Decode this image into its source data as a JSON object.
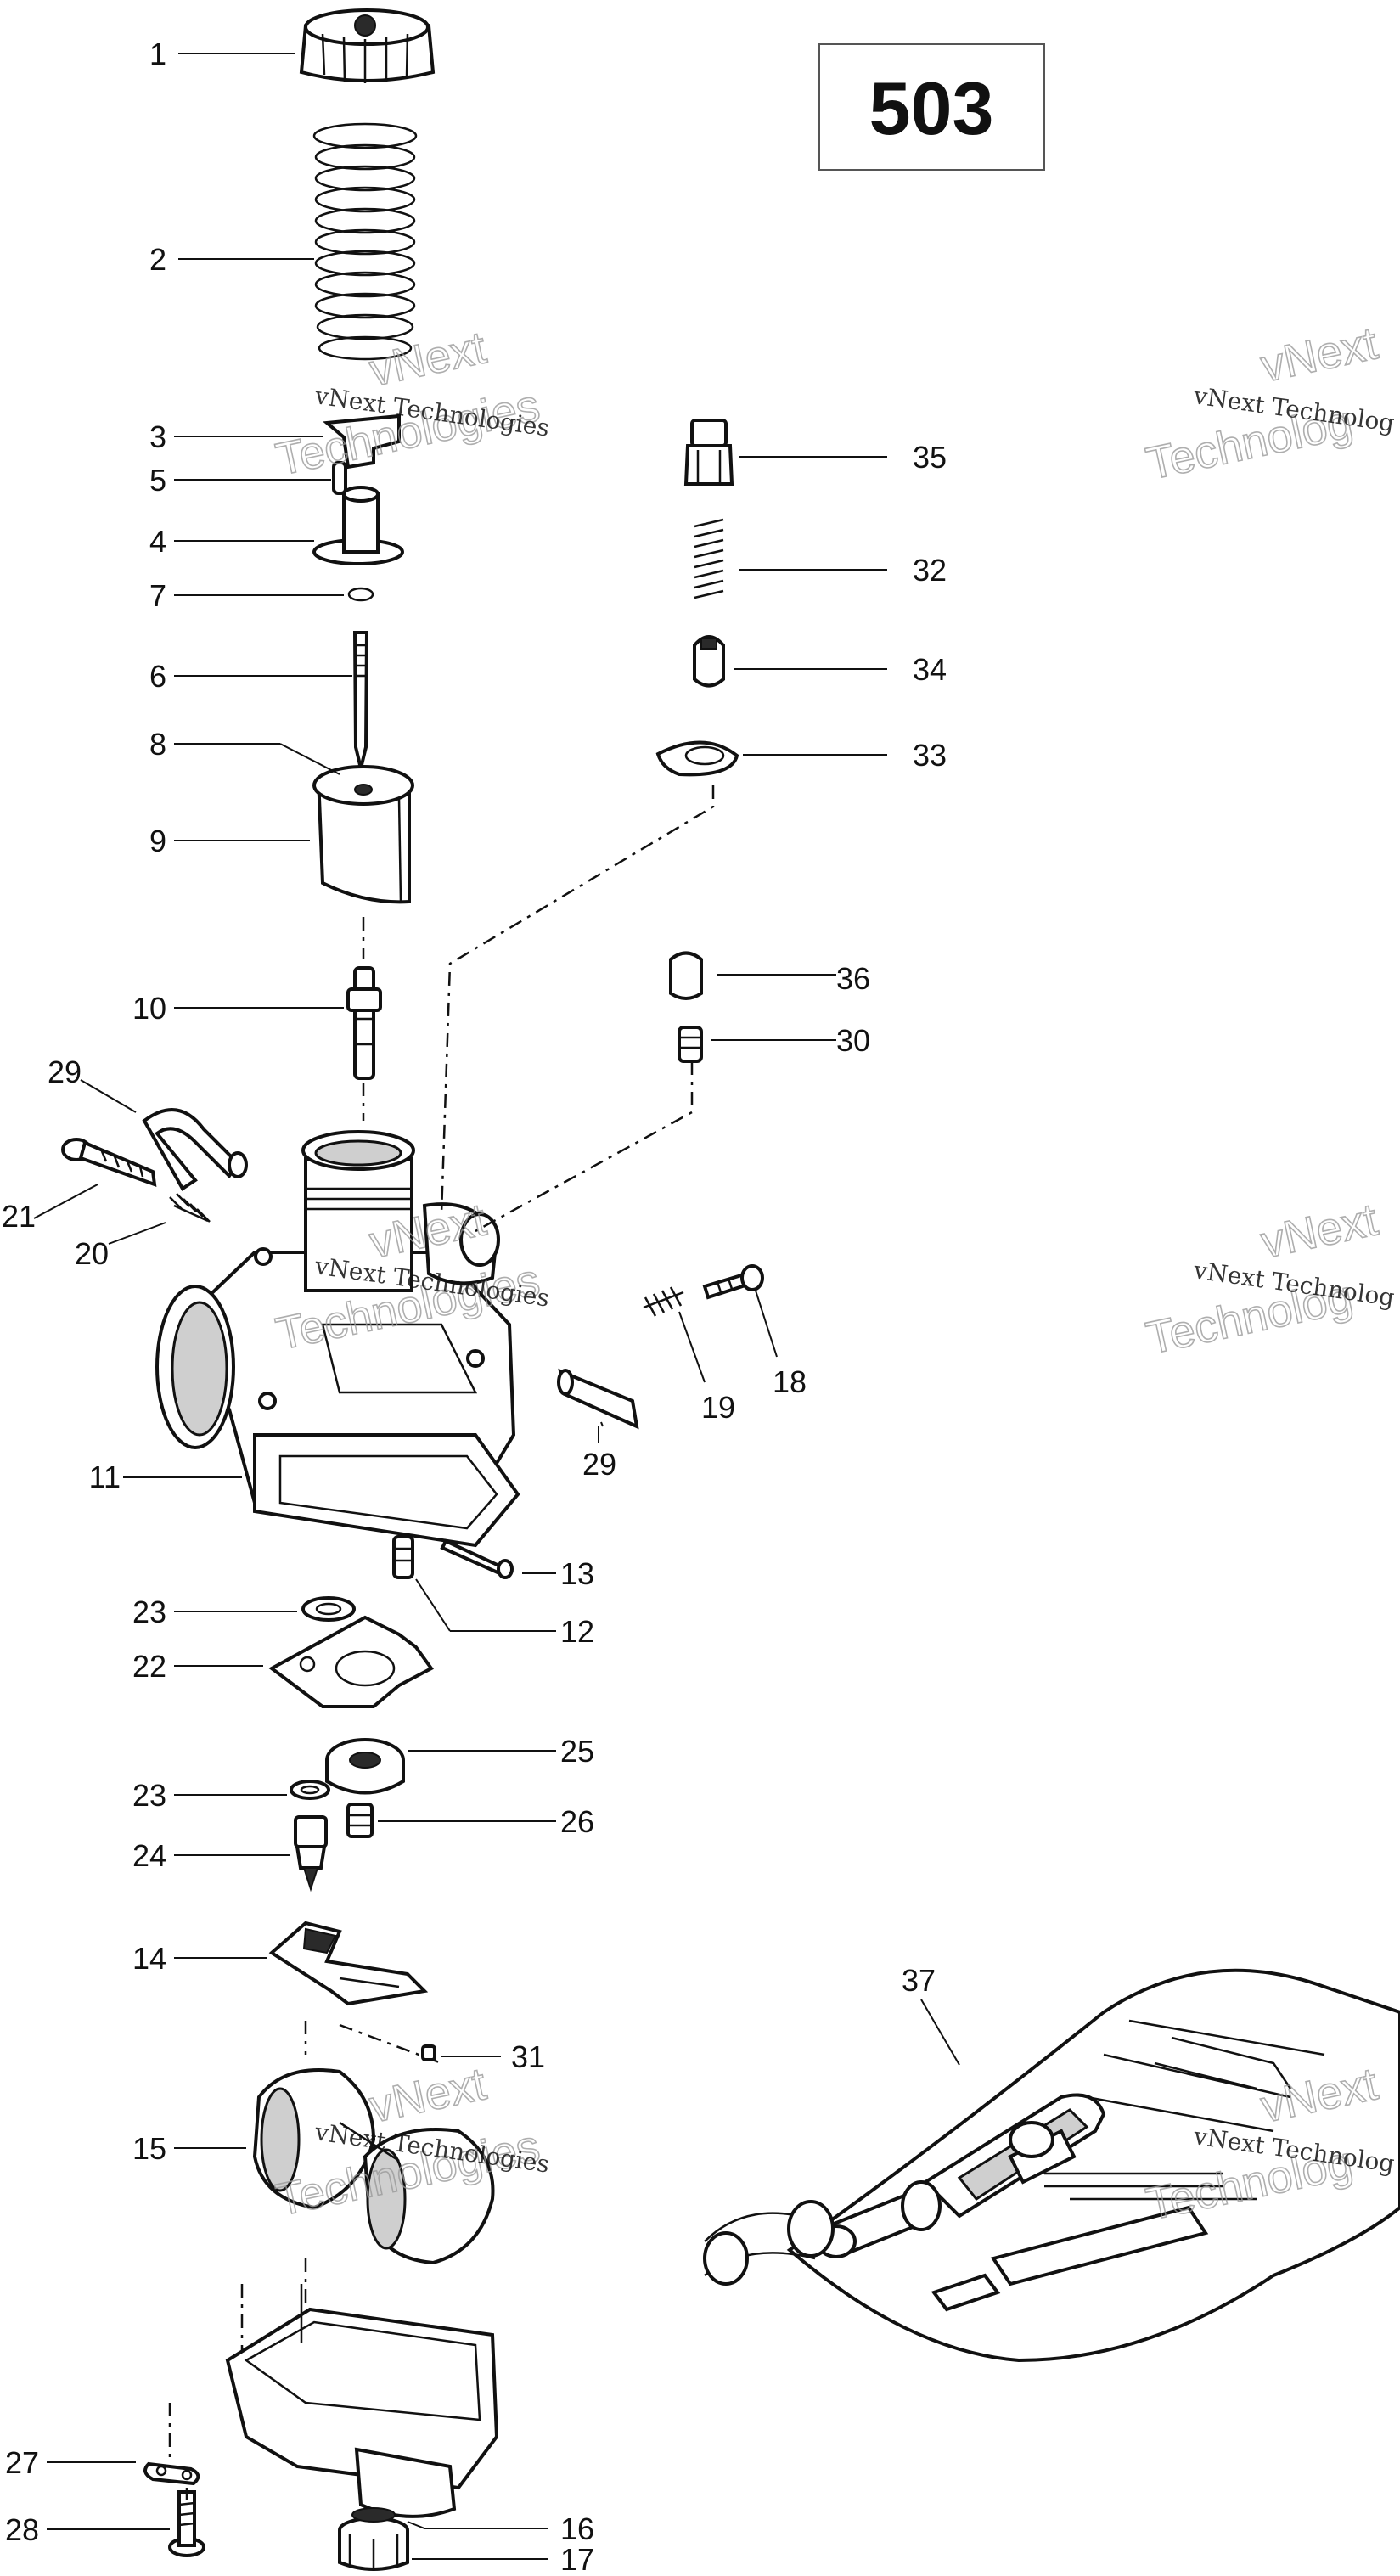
{
  "diagram_code": "503",
  "callouts": [
    "1",
    "2",
    "3",
    "5",
    "4",
    "7",
    "6",
    "8",
    "9",
    "10",
    "29",
    "21",
    "20",
    "11",
    "23",
    "22",
    "23",
    "24",
    "14",
    "15",
    "27",
    "28",
    "35",
    "32",
    "34",
    "33",
    "36",
    "30",
    "18",
    "19",
    "29",
    "13",
    "12",
    "25",
    "26",
    "31",
    "16",
    "17",
    "37"
  ],
  "watermark": {
    "line_small": "vNext Technologies",
    "line_big_a": "vNext",
    "line_big_b": "Technologies",
    "cut_small": "vNext Technolog",
    "cut_big": "Technolog"
  }
}
